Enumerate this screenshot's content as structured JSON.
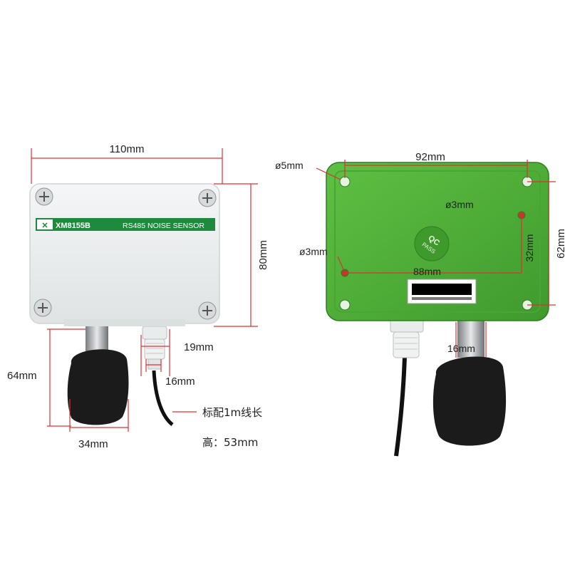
{
  "colors": {
    "dimension_line": "#e03030",
    "sensor_green": "#55b83a",
    "enclosure_white": "#eceff0",
    "foam_black": "#1b1b1b",
    "label_green": "#1e8a3e"
  },
  "left_device": {
    "brand_label": "XM8155B",
    "product_label": "RS485 NOISE SENSOR",
    "dim_width": "110mm",
    "dim_height": "80mm",
    "dim_gland_width": "19mm",
    "dim_gland_thread": "16mm",
    "dim_probe_length": "64mm",
    "dim_probe_diameter": "34mm",
    "cable_note": "标配1m线长",
    "height_note": "高：53mm"
  },
  "right_device": {
    "dim_hole_large": "ø5mm",
    "dim_hole_span_x": "92mm",
    "dim_hole_small_a": "ø3mm",
    "dim_hole_small_b": "ø3mm",
    "dim_inner_span_x": "88mm",
    "dim_inner_span_y": "32mm",
    "dim_outer_height": "62mm",
    "dim_probe_diameter": "16mm",
    "qc_line1": "QC",
    "qc_line2": "PASS"
  }
}
